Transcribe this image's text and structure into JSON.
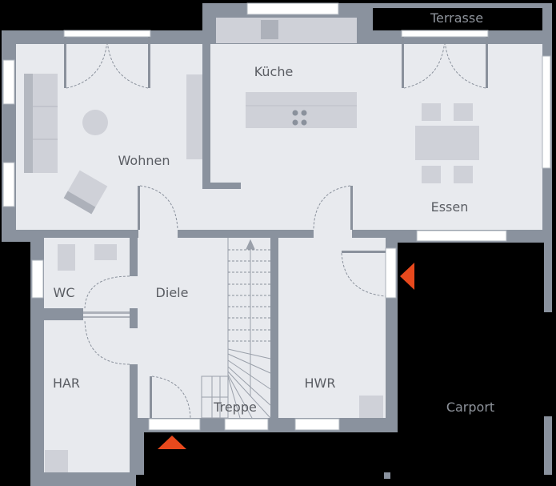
{
  "colors": {
    "wall": "#8a929e",
    "floor": "#e8eaee",
    "furniture": "#cfd1d8",
    "furniture_dark": "#adb1ba",
    "window": "#ffffff",
    "entrance_marker": "#e8491d",
    "outside": "#000000"
  },
  "rooms": {
    "terrasse": "Terrasse",
    "kueche": "Küche",
    "wohnen": "Wohnen",
    "essen": "Essen",
    "wc": "WC",
    "diele": "Diele",
    "har": "HAR",
    "hwr": "HWR",
    "treppe": "Treppe",
    "carport": "Carport"
  },
  "icons": {
    "entrance_side": "triangle-left-icon",
    "entrance_front": "triangle-up-icon",
    "stairs_direction": "arrow-up-icon"
  }
}
